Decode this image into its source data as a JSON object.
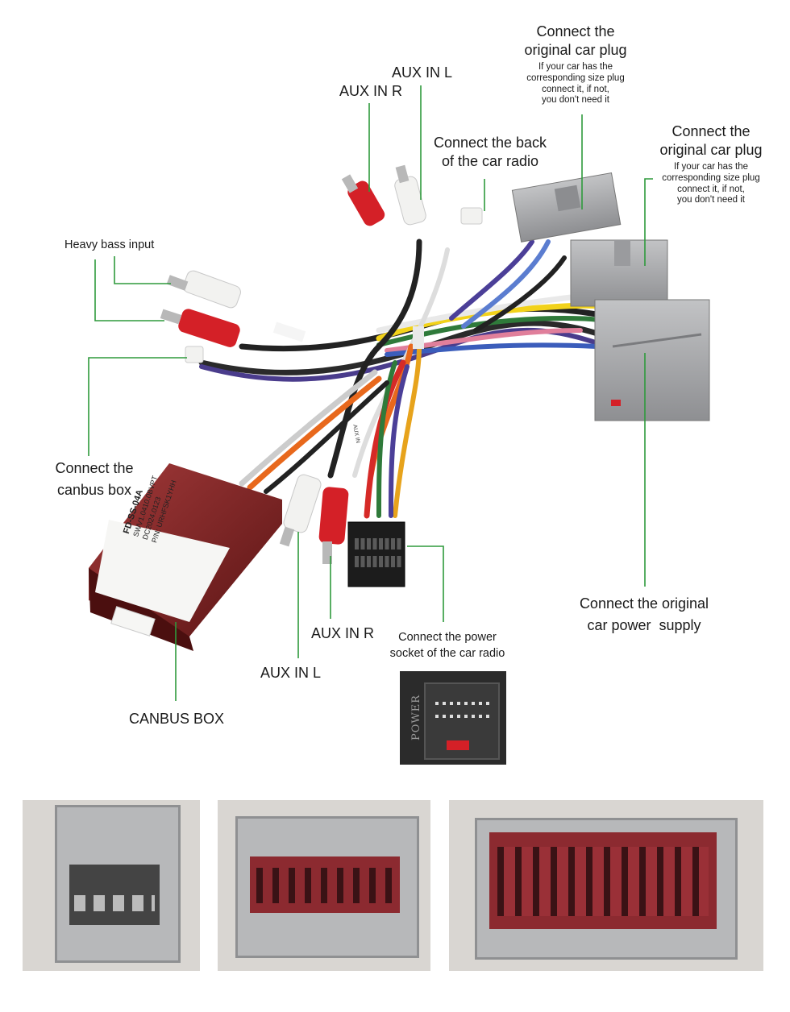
{
  "colors": {
    "leader_line": "#2e9a3c",
    "connector_grey": "#a8a9ab",
    "rca_red": "#d42027",
    "rca_white": "#f2f2f0",
    "box_red": "#7a1d1d"
  },
  "labels": {
    "aux_in_l_top": "AUX IN L",
    "aux_in_r_top": "AUX IN R",
    "original_plug_1": {
      "title_1": "Connect the",
      "title_2": "original car plug",
      "note_1": "If your car has the",
      "note_2": "corresponding size plug",
      "note_3": "connect it, if not,",
      "note_4": "you don't need it"
    },
    "back_of_radio": {
      "line_1": "Connect the back",
      "line_2": "of the car radio"
    },
    "original_plug_2": {
      "title_1": "Connect the",
      "title_2": "original car plug",
      "note_1": "If your car has the",
      "note_2": "corresponding size plug",
      "note_3": "connect it, if not,",
      "note_4": "you don't need it"
    },
    "heavy_bass": "Heavy bass input",
    "canbus_connect": {
      "line_1": "Connect the",
      "line_2": "canbus box"
    },
    "power_supply": {
      "line_1": "Connect the original",
      "line_2": "car power  supply"
    },
    "aux_in_r_bottom": "AUX IN R",
    "aux_in_l_bottom": "AUX IN L",
    "power_socket": {
      "line_1": "Connect the power",
      "line_2": "socket of the car radio"
    },
    "canbus_box": "CANBUS BOX"
  },
  "box_print": {
    "model": "FD-SS-04A",
    "line_2": "SWV1.0410.0BVPT",
    "line_3": "DC2024.0123",
    "line_4": "P/N: URHFSK1YHH"
  },
  "socket_print": "POWER",
  "tape_print": "AUX IN"
}
